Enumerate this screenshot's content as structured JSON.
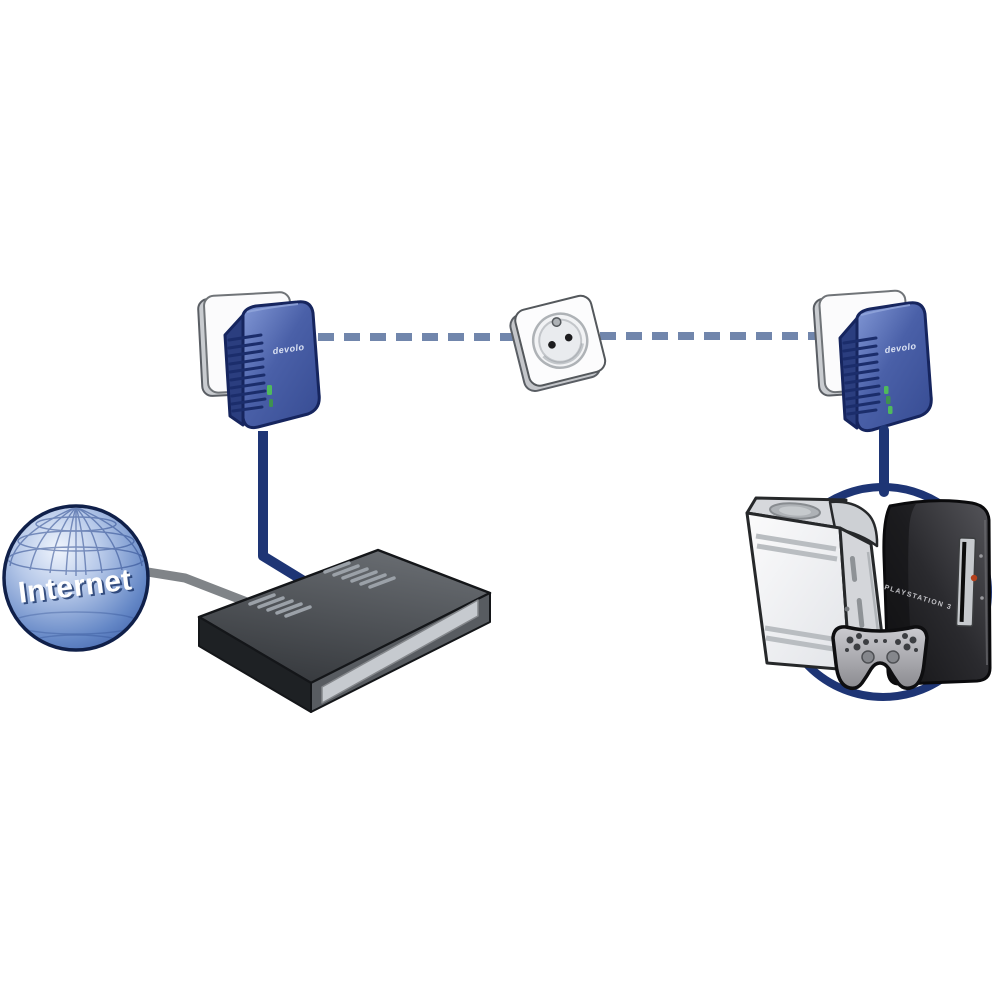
{
  "diagram": {
    "type": "network-topology-illustration",
    "labels": {
      "internet": "Internet",
      "adapter_left_brand": "devolo",
      "adapter_right_brand": "devolo",
      "playstation_model": "PLAYSTATION 3"
    },
    "nodes": [
      {
        "id": "internet-globe",
        "label": "Internet",
        "icon": "globe-icon"
      },
      {
        "id": "modem-router",
        "icon": "modem-router-icon"
      },
      {
        "id": "powerline-adapter-left",
        "label": "devolo",
        "icon": "powerline-adapter-icon",
        "status_leds": "green"
      },
      {
        "id": "wall-outlet",
        "icon": "power-socket-icon"
      },
      {
        "id": "powerline-adapter-right",
        "label": "devolo",
        "icon": "powerline-adapter-icon",
        "status_leds": "green"
      },
      {
        "id": "game-consoles",
        "label": "PLAYSTATION 3",
        "icon": "xbox360-ps3-gamepad-icons"
      }
    ],
    "edges": [
      {
        "from": "internet-globe",
        "to": "modem-router",
        "style": "solid-gray-cable"
      },
      {
        "from": "modem-router",
        "to": "powerline-adapter-left",
        "style": "solid-navy-cable"
      },
      {
        "from": "powerline-adapter-left",
        "to": "powerline-adapter-right",
        "via": "wall-outlet",
        "style": "dashed-powerline-link"
      },
      {
        "from": "powerline-adapter-right",
        "to": "game-consoles",
        "style": "solid-navy-cable"
      }
    ],
    "colors": {
      "navy_cable": "#1e3575",
      "dashed_link": "#7186ac",
      "adapter_blue": "#44599e",
      "led_green": "#4fba5c",
      "globe_blue": "#4a6db8",
      "gray_cable": "#808488",
      "background": "#ffffff"
    }
  }
}
